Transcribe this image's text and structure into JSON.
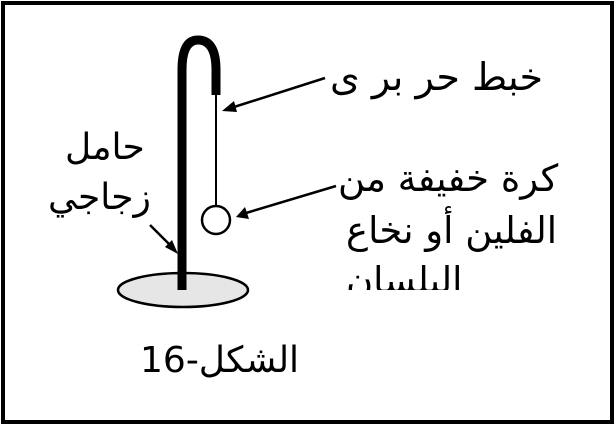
{
  "labels": {
    "thread": "خبط حر بر ى",
    "holder_line1": "حامل",
    "holder_line2": "زجاجي",
    "ball_line1": "كرة خفيفة من",
    "ball_line2": "الفلين أو نخاع",
    "ball_line3": "البلسان",
    "caption": "الشكل-16"
  },
  "colors": {
    "stroke": "#000000",
    "base_fill": "#e6e6e6",
    "background": "#ffffff"
  }
}
